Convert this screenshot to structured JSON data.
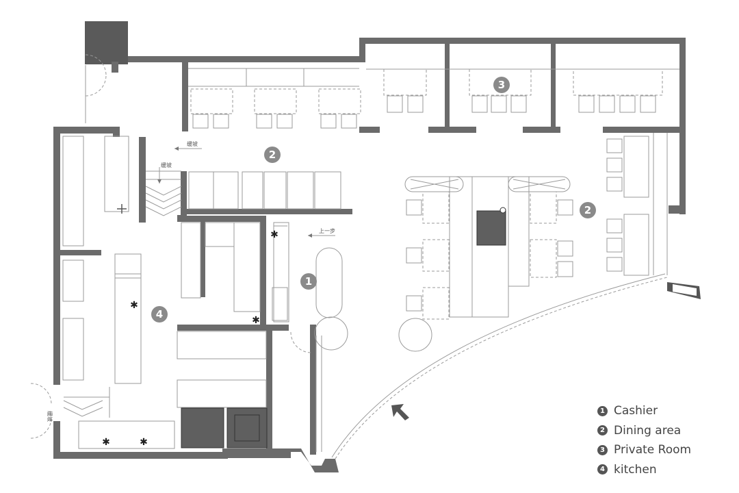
{
  "markers": [
    {
      "num": "1"
    },
    {
      "num": "2"
    },
    {
      "num": "2"
    },
    {
      "num": "3"
    },
    {
      "num": "4"
    }
  ],
  "annotations": {
    "ramp_1": "缓坡",
    "ramp_2": "缓坡",
    "step_up": "上一步",
    "ramp_3": "缓坡"
  },
  "legend": [
    {
      "num": "1",
      "label": "Cashier"
    },
    {
      "num": "2",
      "label": "Dining area"
    },
    {
      "num": "3",
      "label": "Private Room"
    },
    {
      "num": "4",
      "label": "kitchen"
    }
  ],
  "icons": [
    "entrance-arrow-icon",
    "plus-icon",
    "asterisk-icon"
  ],
  "colors": {
    "wall": "#6b6b6b",
    "marker": "#8a8a8a",
    "text": "#444444"
  }
}
